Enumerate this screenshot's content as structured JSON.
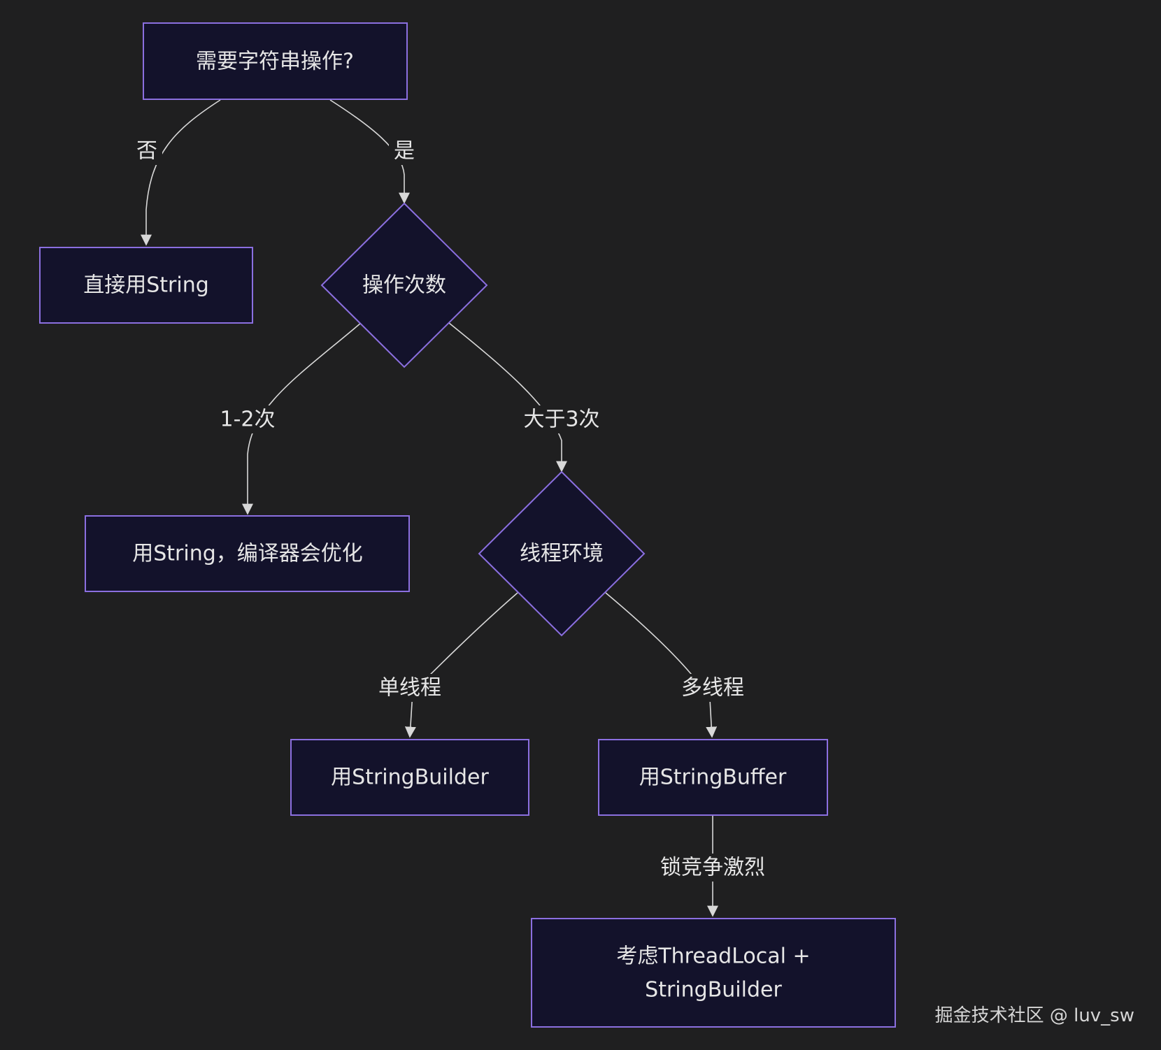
{
  "nodes": {
    "start": "需要字符串操作?",
    "direct": "直接用String",
    "count": "操作次数",
    "compiler": "用String，编译器会优化",
    "thread": "线程环境",
    "builder": "用StringBuilder",
    "buffer": "用StringBuffer",
    "threadlocal_line1": "考虑ThreadLocal +",
    "threadlocal_line2": "StringBuilder"
  },
  "edges": {
    "no": "否",
    "yes": "是",
    "few": "1-2次",
    "many": "大于3次",
    "single": "单线程",
    "multi": "多线程",
    "contention": "锁竞争激烈"
  },
  "watermark": "掘金技术社区 @ luv_sw",
  "colors": {
    "background": "#1f1f20",
    "node_fill": "#13122b",
    "node_border": "#8b6fe0",
    "edge": "#d8d8d8",
    "text": "#e6e6e6"
  }
}
